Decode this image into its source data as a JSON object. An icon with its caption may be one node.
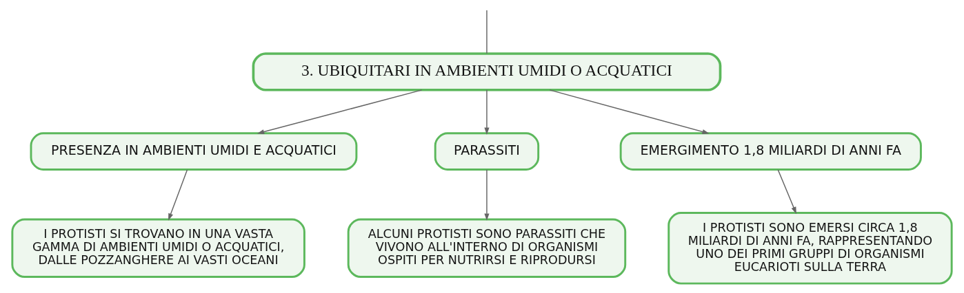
{
  "diagram": {
    "nodes": [
      {
        "text": [
          "3. UBIQUITARI IN AMBIENTI UMIDI O ACQUATICI"
        ]
      },
      {
        "text": [
          "PRESENZA IN AMBIENTI UMIDI E ACQUATICI"
        ]
      },
      {
        "text": [
          "PARASSITI"
        ]
      },
      {
        "text": [
          "EMERGIMENTO 1,8 MILIARDI DI ANNI FA"
        ]
      },
      {
        "text": [
          "I PROTISTI SI TROVANO IN UNA VASTA GAMMA DI AMBIENTI UMIDI O ACQUATICI, DALLE POZZANGHERE AI VASTI OCEANI"
        ]
      },
      {
        "text": [
          "ALCUNI PROTISTI SONO PARASSITI CHE VIVONO ALL'INTERNO DI ORGANISMI OSPITI PER NUTRIRSI E RIPRODURSI"
        ]
      },
      {
        "text": [
          "I PROTISTI SONO EMERSI CIRCA 1,8 MILIARDI DI ANNI FA, RAPPRESENTANDO UNO DEI PRIMI GRUPPI DI ORGANISMI EUCARIOTI SULLA TERRA"
        ]
      }
    ],
    "edges": [
      {
        "from": null,
        "to": 0,
        "arrow": "none"
      },
      {
        "from": 0,
        "to": 1,
        "arrow": "to"
      },
      {
        "from": 0,
        "to": 2,
        "arrow": "to"
      },
      {
        "from": 0,
        "to": 3,
        "arrow": "to"
      },
      {
        "from": 1,
        "to": 4,
        "arrow": "to"
      },
      {
        "from": 2,
        "to": 5,
        "arrow": "to"
      },
      {
        "from": 3,
        "to": 6,
        "arrow": "to"
      }
    ]
  }
}
